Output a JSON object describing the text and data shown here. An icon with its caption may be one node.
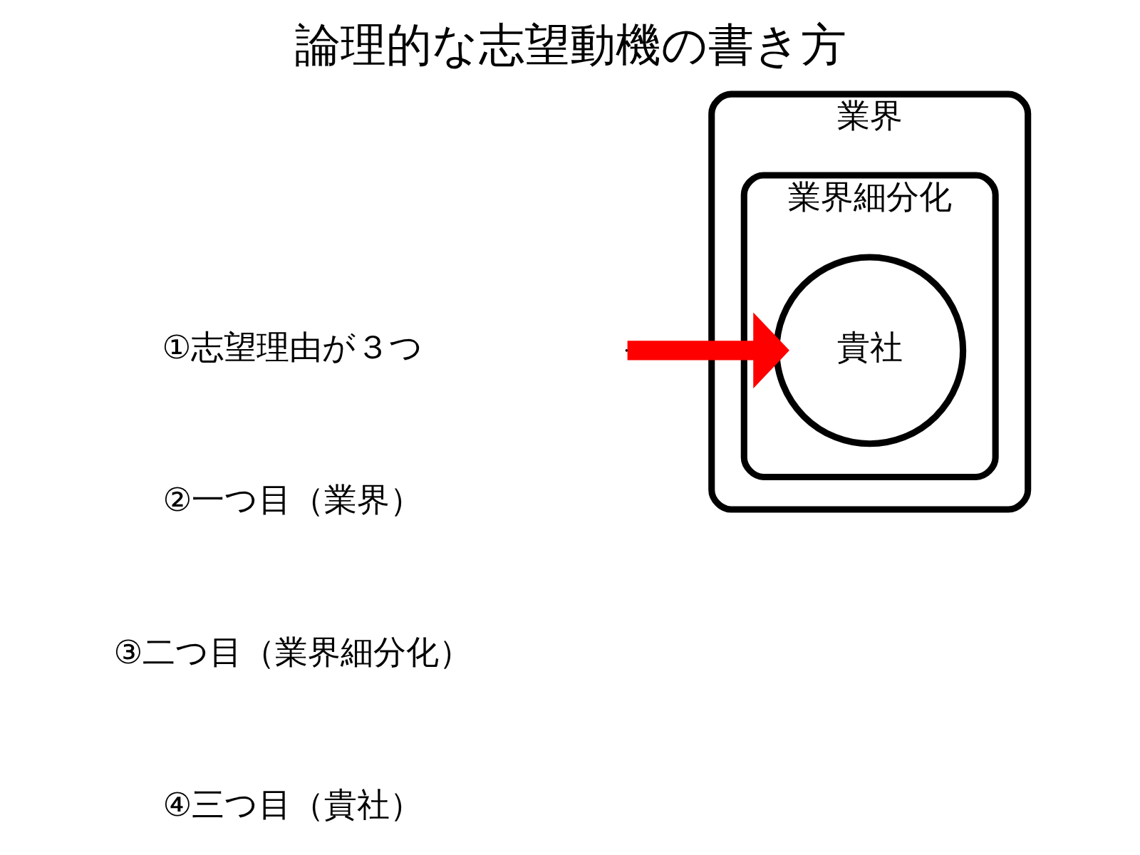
{
  "diagram": {
    "title": "論理的な志望動機の書き方",
    "nodes": [
      {
        "text": [
          "業界"
        ]
      },
      {
        "text": [
          "業界細分化"
        ],
        "in": 0
      },
      {
        "text": [
          "貴社"
        ],
        "in": 1
      }
    ],
    "edges": [
      {
        "from": null,
        "to": 2,
        "arrow": "to",
        "color": "#ff0000"
      }
    ],
    "labels": [
      "①志望理由が３つ",
      "②一つ目（業界）",
      "③二つ目（業界細分化）",
      "④三つ目（貴社）"
    ]
  }
}
